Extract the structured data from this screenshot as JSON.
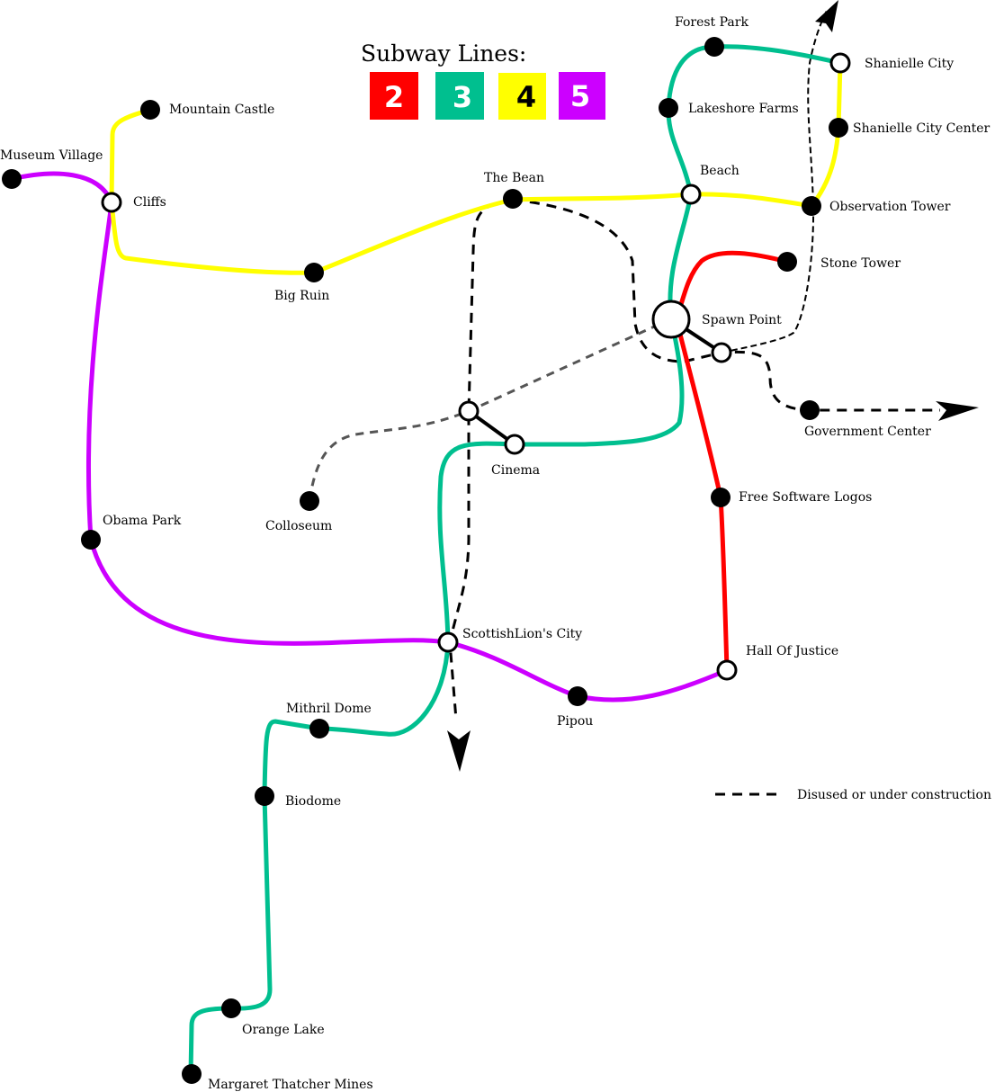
{
  "legend": {
    "title": "Subway Lines:",
    "lines": [
      {
        "number": "2",
        "color": "#ff0000",
        "text_color": "#ffffff"
      },
      {
        "number": "3",
        "color": "#00bf8f",
        "text_color": "#ffffff"
      },
      {
        "number": "4",
        "color": "#ffff00",
        "text_color": "#000000"
      },
      {
        "number": "5",
        "color": "#cc00ff",
        "text_color": "#ffffff"
      }
    ],
    "dashed_label": "Disused or under construction"
  },
  "stations": {
    "forest_park": "Forest Park",
    "shanielle_city": "Shanielle City",
    "lakeshore_farms": "Lakeshore Farms",
    "shanielle_city_center": "Shanielle City Center",
    "mountain_castle": "Mountain Castle",
    "museum_village": "Museum Village",
    "cliffs": "Cliffs",
    "the_bean": "The Bean",
    "beach": "Beach",
    "observation_tower": "Observation Tower",
    "big_ruin": "Big Ruin",
    "stone_tower": "Stone Tower",
    "spawn_point": "Spawn Point",
    "government_center": "Government Center",
    "cinema": "Cinema",
    "colloseum": "Colloseum",
    "free_software_logos": "Free Software Logos",
    "obama_park": "Obama Park",
    "scottishlions_city": "ScottishLion's City",
    "hall_of_justice": "Hall Of Justice",
    "mithril_dome": "Mithril Dome",
    "pipou": "Pipou",
    "biodome": "Biodome",
    "orange_lake": "Orange Lake",
    "margaret_thatcher_mines": "Margaret Thatcher Mines"
  },
  "lines": {
    "line_2": {
      "color": "#ff0000",
      "stations": [
        "Stone Tower",
        "Spawn Point",
        "Free Software Logos",
        "Hall Of Justice"
      ]
    },
    "line_3": {
      "color": "#00bf8f",
      "stations": [
        "Shanielle City",
        "Forest Park",
        "Lakeshore Farms",
        "Beach",
        "Spawn Point",
        "Cinema",
        "ScottishLion's City",
        "Mithril Dome",
        "Biodome",
        "Orange Lake",
        "Margaret Thatcher Mines"
      ]
    },
    "line_4": {
      "color": "#ffff00",
      "stations": [
        "Mountain Castle",
        "Cliffs",
        "Big Ruin",
        "The Bean",
        "Beach",
        "Observation Tower",
        "Shanielle City Center",
        "Shanielle City"
      ]
    },
    "line_5": {
      "color": "#cc00ff",
      "stations": [
        "Museum Village",
        "Cliffs",
        "Obama Park",
        "ScottishLion's City",
        "Pipou",
        "Hall Of Justice"
      ]
    }
  }
}
